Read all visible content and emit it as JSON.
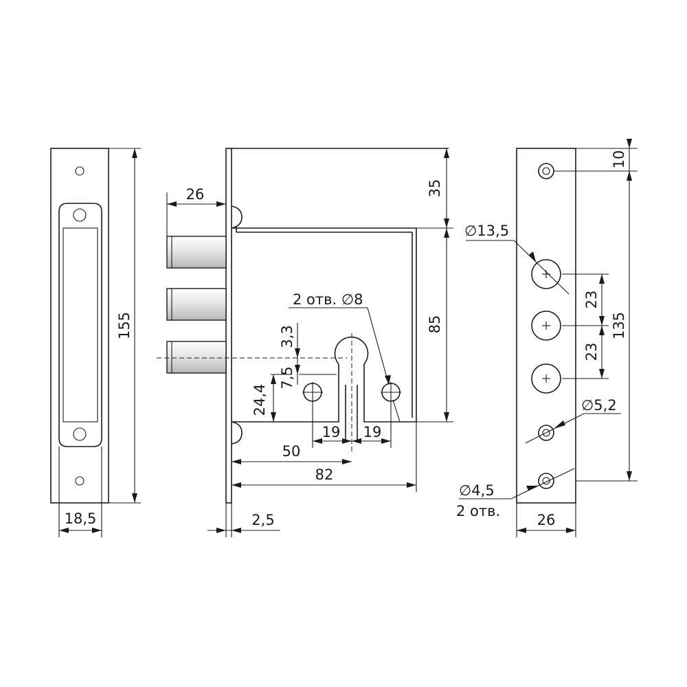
{
  "strike_plate": {
    "height_label": "155",
    "width_label": "18,5"
  },
  "lock_body": {
    "bolt_length_label": "26",
    "top_offset_label": "35",
    "body_height_label": "85",
    "center_offset_label": "3,3",
    "backset_small_label": "7,5",
    "bottom_offset_label": "24,4",
    "hole_left_label": "19",
    "hole_right_label": "19",
    "cylinder_backset_label": "50",
    "body_width_label": "82",
    "plate_thickness_label": "2,5",
    "holes_note": "2 отв. ∅8"
  },
  "face_plate": {
    "top_label": "10",
    "spacing_upper_label": "23",
    "spacing_lower_label": "23",
    "total_label": "135",
    "width_label": "26",
    "bolt_hole_label": "∅13,5",
    "screw_hole_label": "∅5,2",
    "mount_hole_label": "∅4,5",
    "mount_hole_count": "2 отв."
  }
}
